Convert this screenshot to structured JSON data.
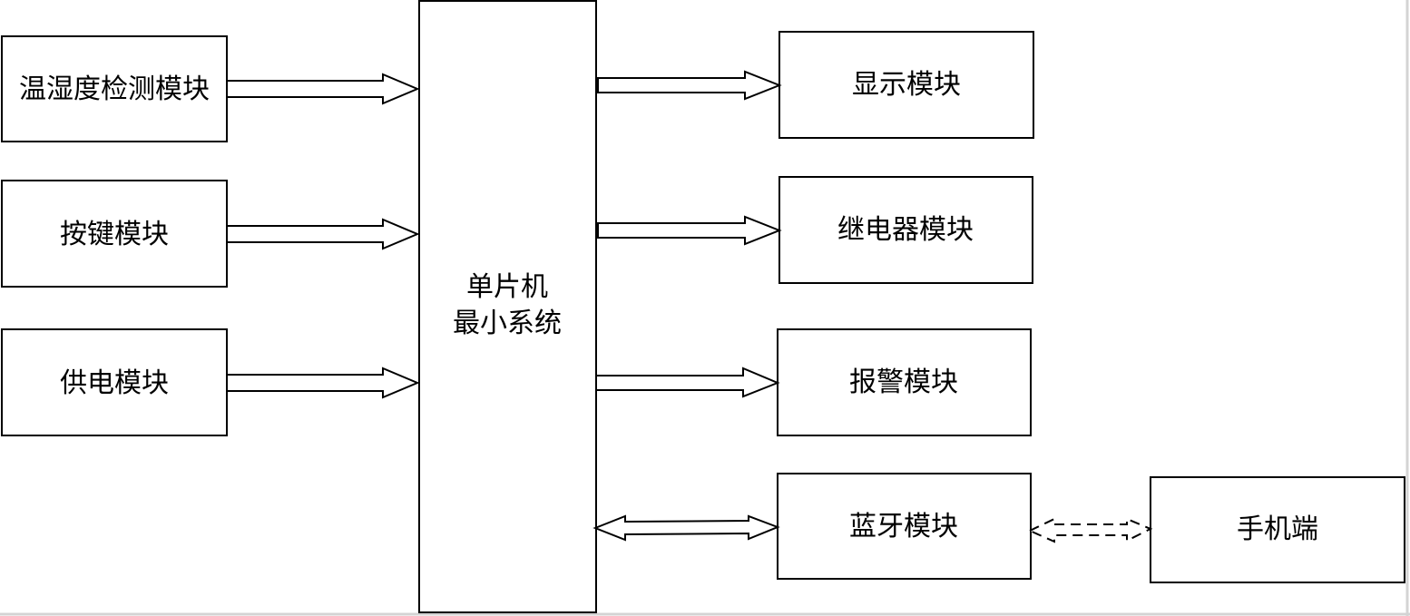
{
  "diagram": {
    "inputs": [
      {
        "id": "temp-humidity-module",
        "label": "温湿度检测模块"
      },
      {
        "id": "keypad-module",
        "label": "按键模块"
      },
      {
        "id": "power-module",
        "label": "供电模块"
      }
    ],
    "controller": {
      "line1": "单片机",
      "line2": "最小系统"
    },
    "outputs": [
      {
        "id": "display-module",
        "label": "显示模块"
      },
      {
        "id": "relay-module",
        "label": "继电器模块"
      },
      {
        "id": "alarm-module",
        "label": "报警模块"
      },
      {
        "id": "bluetooth-module",
        "label": "蓝牙模块"
      }
    ],
    "phone": {
      "label": "手机端"
    }
  }
}
